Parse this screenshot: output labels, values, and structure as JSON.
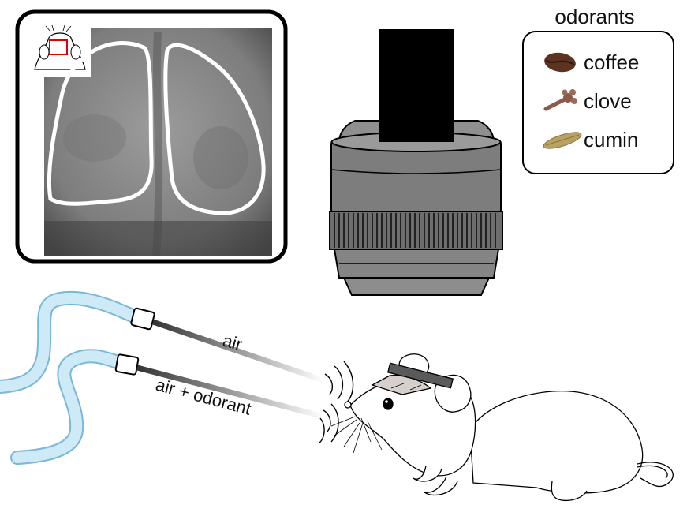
{
  "legend": {
    "title": "odorants",
    "items": [
      {
        "label": "coffee",
        "icon": "coffee-bean-icon",
        "color": "#5a3420"
      },
      {
        "label": "clove",
        "icon": "clove-icon",
        "color": "#8a5a4a"
      },
      {
        "label": "cumin",
        "icon": "cumin-seed-icon",
        "color": "#b9a063"
      }
    ]
  },
  "tubes": {
    "upper_label": "air",
    "lower_label": "air + odorant",
    "color": "#cfeaf7"
  },
  "colors": {
    "objective_body": "#7d7d7d",
    "objective_dark": "#000000",
    "tube_stroke": "#7ab8d8",
    "roi_outline": "#ffffff"
  }
}
